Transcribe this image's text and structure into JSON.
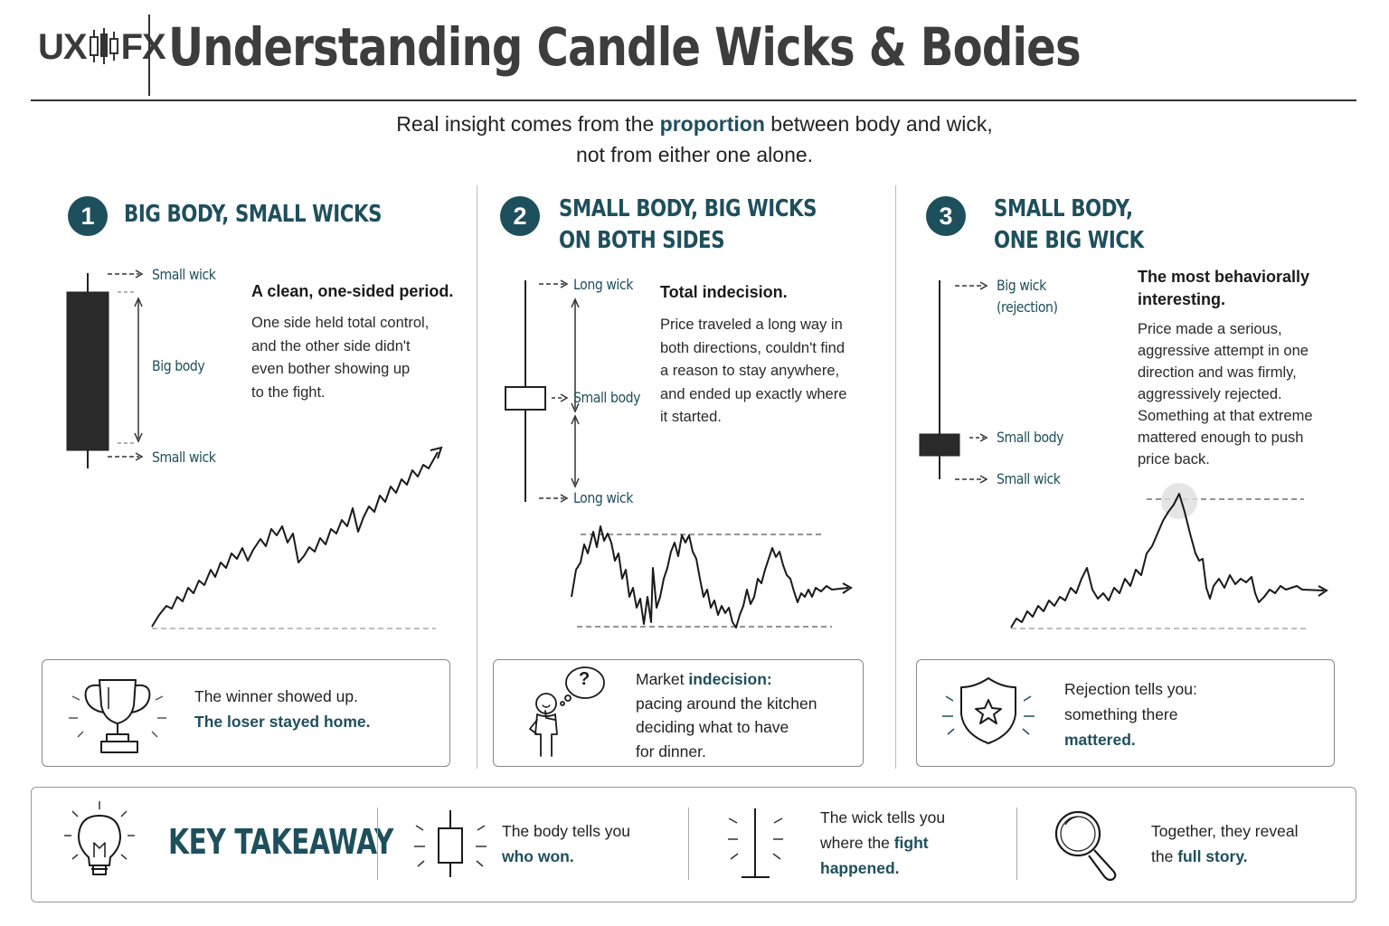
{
  "header": {
    "logo_left": "UX",
    "logo_right": "FX",
    "title": "Understanding Candle Wicks & Bodies"
  },
  "subtitle": {
    "line1_pre": "Real insight comes from the ",
    "line1_highlight": "proportion",
    "line1_post": " between body and wick,",
    "line2": "not from either one alone."
  },
  "sections": [
    {
      "number": "1",
      "title_line1": "BIG BODY, SMALL WICKS",
      "labels": {
        "top_wick": "Small wick",
        "body": "Big body",
        "bottom_wick": "Small wick"
      },
      "lead": "A clean, one-sided period.",
      "body_lines": [
        "One side held total control,",
        "and the other side didn't",
        "even bother showing up",
        "to the fight."
      ],
      "box_line1": "The winner showed up.",
      "box_line2": "The loser stayed home."
    },
    {
      "number": "2",
      "title_line1": "SMALL BODY, BIG WICKS",
      "title_line2": "ON BOTH SIDES",
      "labels": {
        "top_wick": "Long wick",
        "body": "Small body",
        "bottom_wick": "Long wick"
      },
      "lead": "Total indecision.",
      "body_lines": [
        "Price traveled a long way in",
        "both directions, couldn't find",
        "a reason to stay anywhere,",
        "and ended up exactly where",
        "it started."
      ],
      "box_line1_pre": "Market ",
      "box_line1_highlight": "indecision:",
      "box_lines": [
        "pacing around the kitchen",
        "deciding what to have",
        "for dinner."
      ],
      "thought_icon": "?"
    },
    {
      "number": "3",
      "title_line1": "SMALL BODY,",
      "title_line2": "ONE BIG WICK",
      "labels": {
        "top_wick_1": "Big wick",
        "top_wick_2": "(rejection)",
        "body": "Small body",
        "bottom_wick": "Small wick"
      },
      "lead_lines": [
        "The most behaviorally",
        "interesting."
      ],
      "body_lines": [
        "Price made a serious,",
        "aggressive attempt in one",
        "direction and was firmly,",
        "aggressively rejected.",
        "Something at that extreme",
        "mattered enough to push",
        "price back."
      ],
      "box_line1": "Rejection tells you:",
      "box_line2": "something there",
      "box_line3": "mattered."
    }
  ],
  "takeaway": {
    "title": "KEY TAKEAWAY",
    "items": [
      {
        "pre": "The body tells you",
        "highlight": "who won."
      },
      {
        "line1": "The wick tells you",
        "line2_pre": "where the ",
        "line2_highlight": "fight",
        "line3_highlight": "happened."
      },
      {
        "line1": "Together, they reveal",
        "line2_pre": "the ",
        "line2_highlight": "full story."
      }
    ]
  },
  "colors": {
    "accent": "#1e4f5c",
    "ink": "#222222",
    "candle": "#2a2a2a"
  },
  "icons": [
    "candlestick-logo-icon",
    "trophy-icon",
    "thinking-person-icon",
    "shield-star-icon",
    "lightbulb-icon",
    "candle-body-icon",
    "wick-icon",
    "magnifier-icon"
  ]
}
